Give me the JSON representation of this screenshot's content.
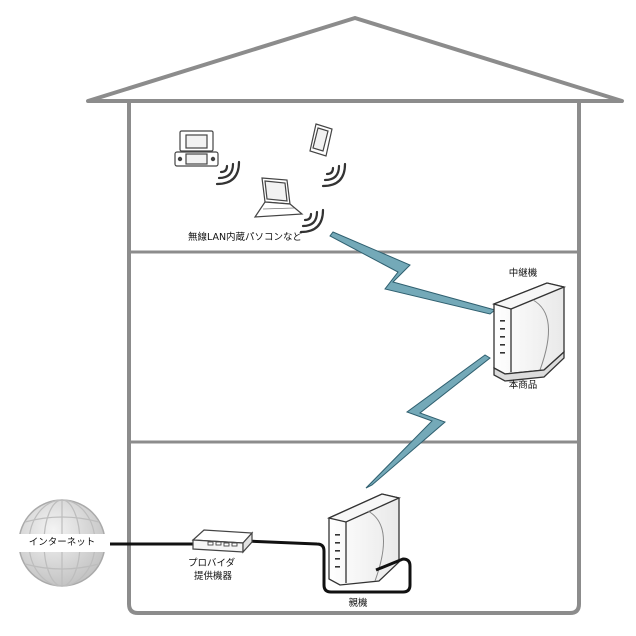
{
  "labels": {
    "wireless_devices": "無線LAN内蔵パソコンなど",
    "repeater": "中継機",
    "this_product": "本商品",
    "internet": "インターネット",
    "provider_line1": "プロバイダ",
    "provider_line2": "提供機器",
    "parent_router": "親機"
  },
  "colors": {
    "house_outline": "#8c8c8c",
    "wireless_bolt": "#74a9b8",
    "cable": "#111111",
    "globe": "#b9b9b9",
    "device_outline": "#555555"
  },
  "icons": [
    "handheld-game-icon",
    "smartphone-icon",
    "laptop-icon",
    "wifi-waves-icon",
    "router-icon",
    "modem-icon",
    "globe-icon"
  ]
}
